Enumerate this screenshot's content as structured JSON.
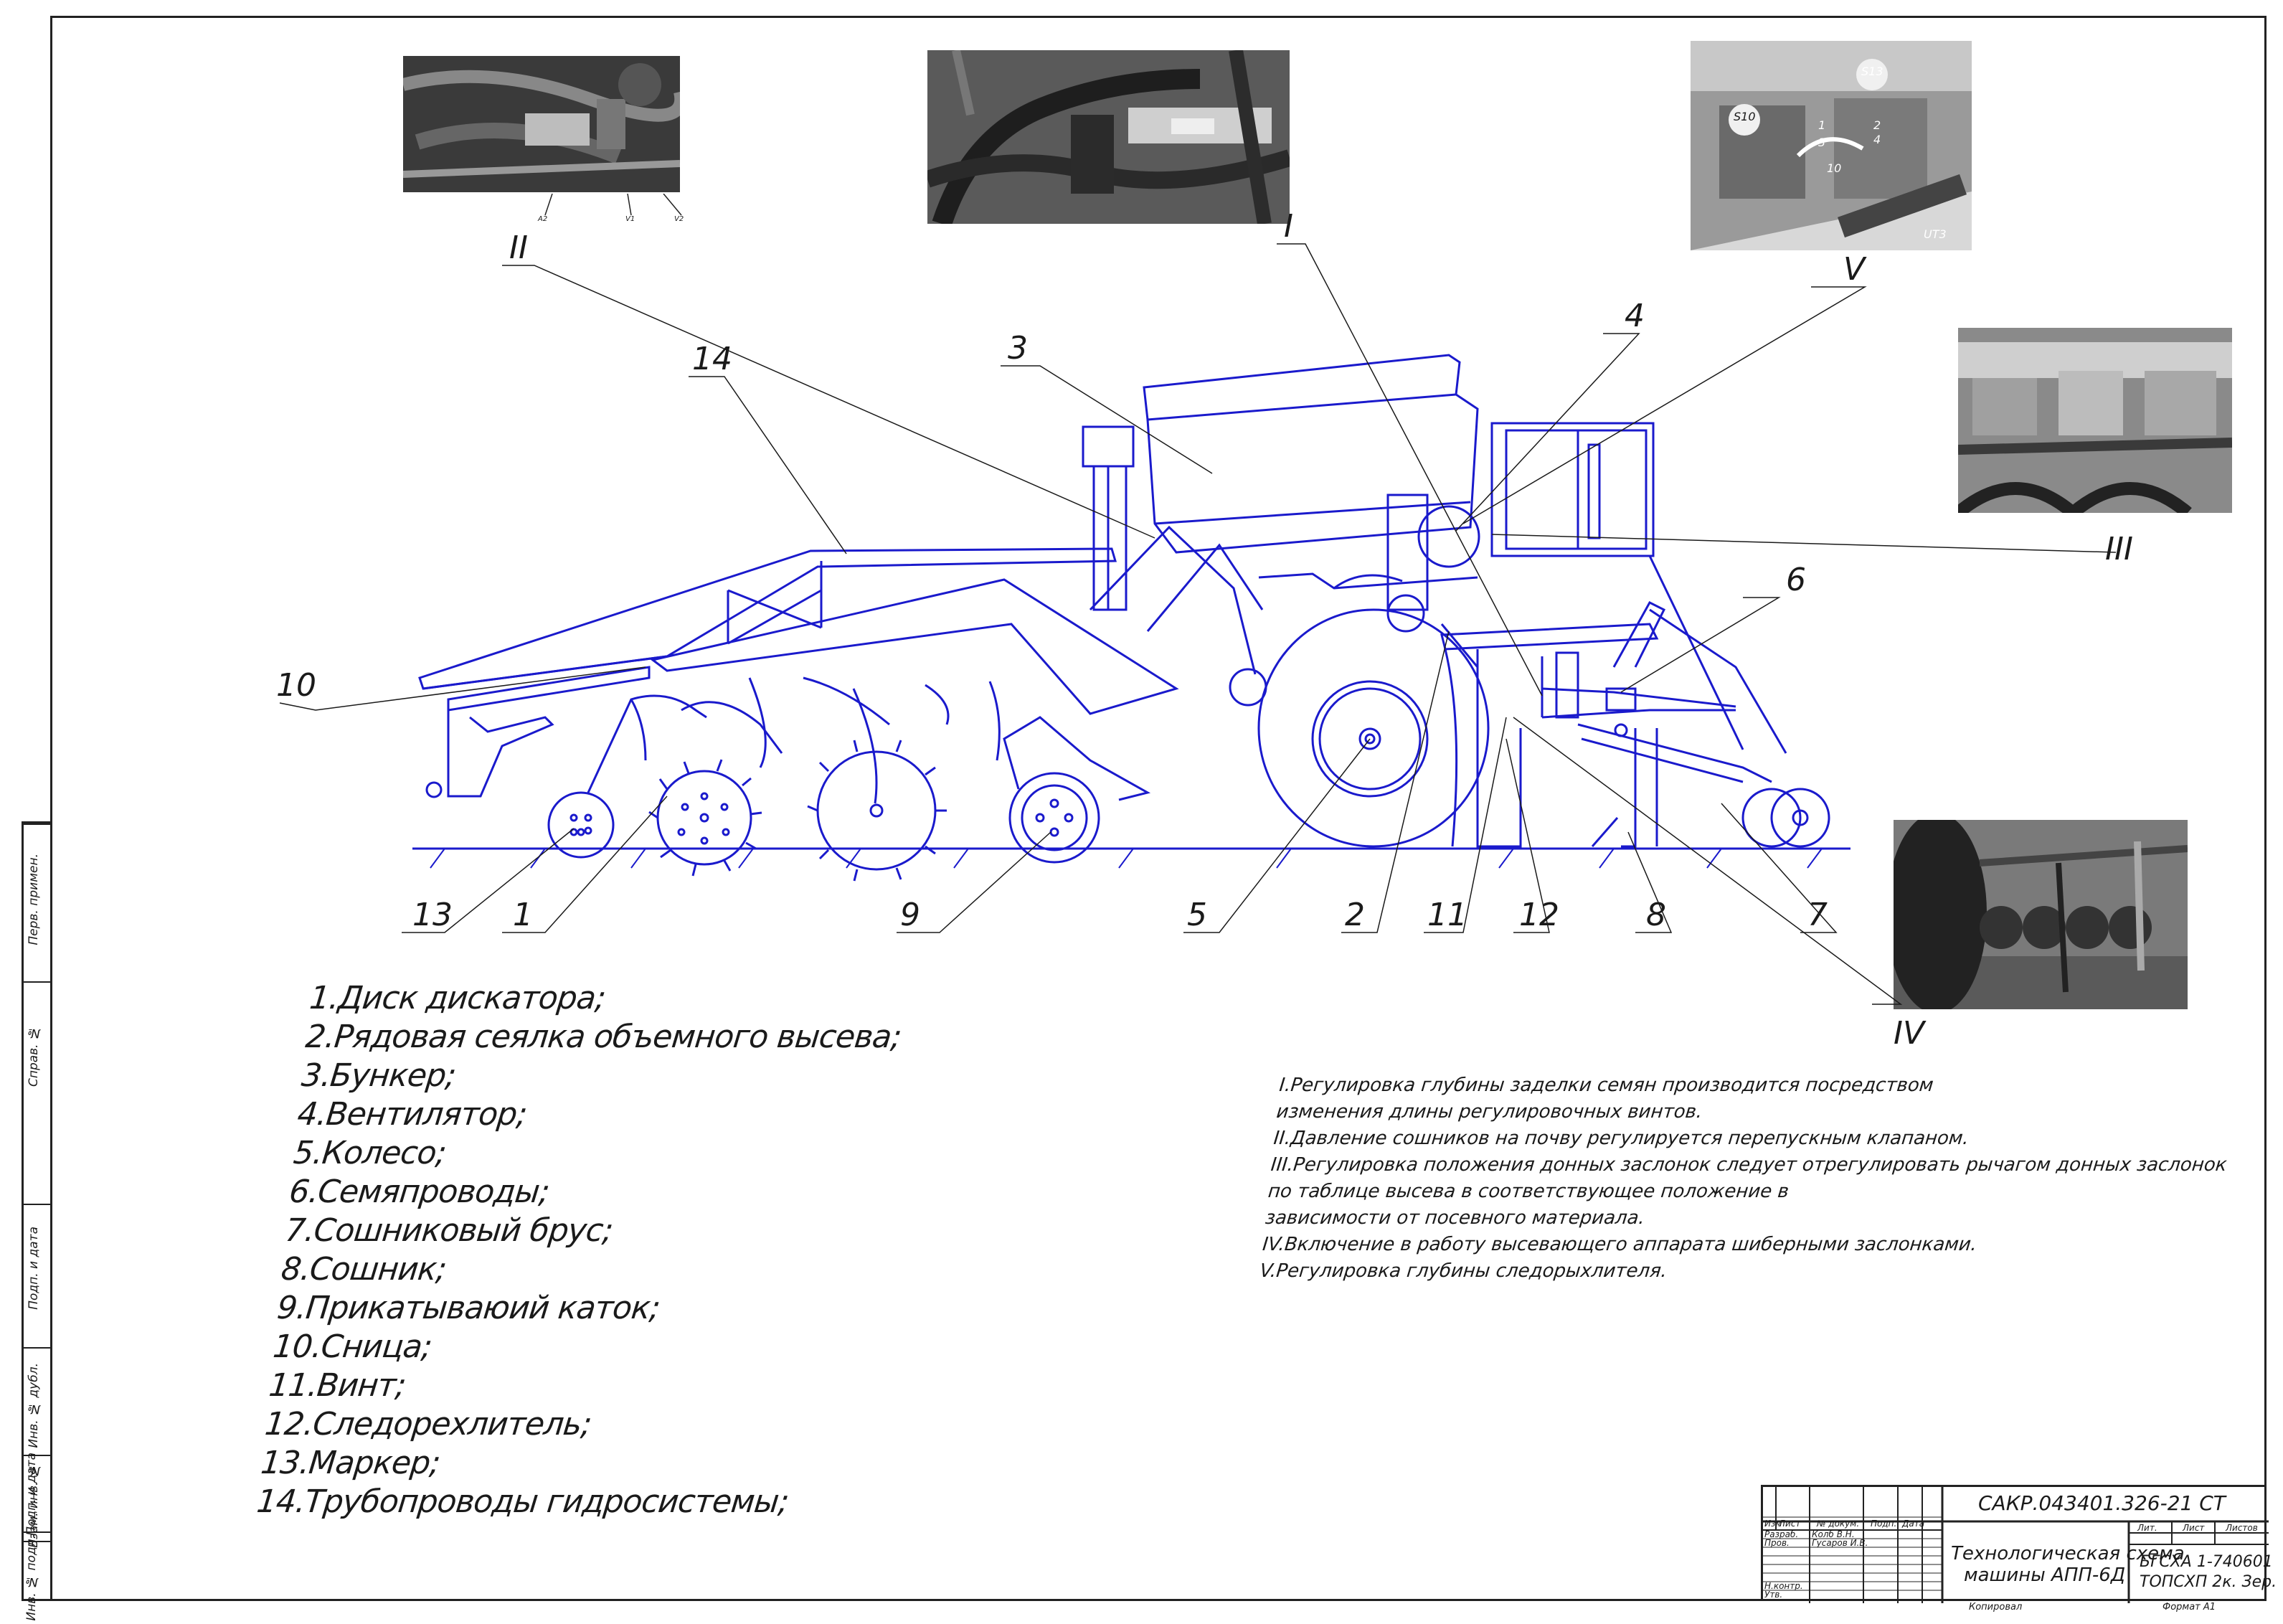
{
  "colors": {
    "drawing": "#1a1acc",
    "frame": "#222222",
    "text": "#1a1a1a"
  },
  "legend": [
    "1.Диск дискатора;",
    "2.Рядовая сеялка объемного высева;",
    "3.Бункер;",
    "4.Вентилятор;",
    "5.Колесо;",
    "6.Семяпроводы;",
    "7.Сошниковый брус;",
    "8.Сошник;",
    "9.Прикатываюий каток;",
    "10.Сница;",
    "11.Винт;",
    "12.Следорехлитель;",
    "13.Маркер;",
    "14.Трубопроводы гидросистемы;"
  ],
  "notes": [
    "I.Регулировка глубины заделки семян производится посредством",
    "изменения длины регулировочных винтов.",
    "II.Давление сошников на почву регулируется перепускным клапаном.",
    "III.Регулировка положения донных заслонок следует отрегулировать рычагом донных заслонок",
    "по таблице высева  в соответствующее положение в",
    "зависимости от посевного материала.",
    "IV.Включение в работу высевающего аппарата шиберными заслонками.",
    "V.Регулировка глубины следорыхлителя."
  ],
  "callouts": {
    "n1": "1",
    "n2": "2",
    "n3": "3",
    "n4": "4",
    "n5": "5",
    "n6": "6",
    "n7": "7",
    "n8": "8",
    "n9": "9",
    "n10": "10",
    "n11": "11",
    "n12": "12",
    "n13": "13",
    "n14": "14",
    "rI": "I",
    "rII": "II",
    "rIII": "III",
    "rIV": "IV",
    "rV": "V"
  },
  "photo_labels": {
    "p1": [
      "A2",
      "V1",
      "V2"
    ],
    "p3": [
      "S10",
      "S13",
      "1",
      "2",
      "3",
      "4",
      "10",
      "UT3"
    ]
  },
  "side_strip": [
    "Перв. примен.",
    "Справ. №",
    "Подп. и дата",
    "Инв. № дубл.",
    "Взам. инв. №",
    "Подп. и дата",
    "Инв. № подл."
  ],
  "title_block": {
    "doc_code": "САКР.043401.326-21 СТ",
    "title_line1": "Технологическая схема",
    "title_line2": "машины АПП-6Д",
    "org_line1": "БГСХА 1-740601",
    "org_line2": "ТОПСХП 2к. Зер.",
    "header": [
      "Изм",
      "Лист",
      "№ докум.",
      "Подп.",
      "Дата"
    ],
    "rows": [
      {
        "role": "Разраб.",
        "name": "Колб В.Н."
      },
      {
        "role": "Пров.",
        "name": "Гусаров И.В."
      },
      {
        "role": "Н.контр.",
        "name": ""
      },
      {
        "role": "Утв.",
        "name": ""
      }
    ],
    "sheet_cols": [
      "Лит.",
      "Лист",
      "Листов"
    ],
    "copied": "Копировал",
    "format": "Формат   А1"
  }
}
